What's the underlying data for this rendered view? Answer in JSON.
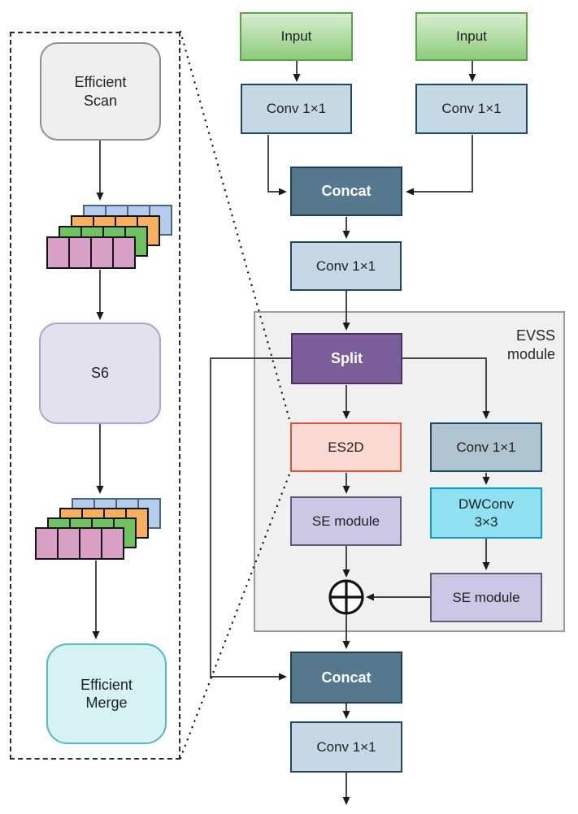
{
  "left_panel": {
    "efficient_scan": {
      "line1": "Efficient",
      "line2": "Scan"
    },
    "s6": {
      "label": "S6"
    },
    "efficient_merge": {
      "line1": "Efficient",
      "line2": "Merge"
    },
    "strip_colors": {
      "blue": "#b5cdec",
      "orange": "#f8b05f",
      "green": "#6fc260",
      "pink": "#d9a0c5"
    }
  },
  "main_flow": {
    "input_left": {
      "label": "Input"
    },
    "input_right": {
      "label": "Input"
    },
    "conv_top_left": {
      "label": "Conv 1×1"
    },
    "conv_top_right": {
      "label": "Conv 1×1"
    },
    "concat_top": {
      "label": "Concat"
    },
    "conv_mid": {
      "label": "Conv 1×1"
    },
    "concat_bottom": {
      "label": "Concat"
    },
    "conv_bottom": {
      "label": "Conv 1×1"
    }
  },
  "evss": {
    "label": "EVSS module",
    "split": {
      "label": "Split"
    },
    "es2d": {
      "label": "ES2D"
    },
    "conv_branch": {
      "label": "Conv 1×1"
    },
    "se_left": {
      "label": "SE module"
    },
    "dwconv": {
      "line1": "DWConv",
      "line2": "3×3"
    },
    "se_right": {
      "label": "SE module"
    },
    "add_icon": "⊕"
  },
  "colors": {
    "arrow": "#2a2a2a",
    "dotted_line": "#1a1a1a",
    "dashed_border": "#2b2b2b",
    "input_fill_top": "#d8eed0",
    "input_fill_bottom": "#8ecb7c",
    "input_border": "#5ca14e",
    "conv_fill": "#c5d8e4",
    "conv_border": "#1d4a63",
    "concat_fill": "#56788f",
    "concat_border": "#1f3d51",
    "panel_fill": "#f0f0f0",
    "panel_border": "#9c9c9c",
    "split_fill": "#7c5e9a",
    "split_border": "#483163",
    "es2d_fill": "#fcd9d2",
    "es2d_border": "#e25138",
    "conv_branch_fill": "#b0c3d1",
    "conv_branch_border": "#1a4964",
    "dwconv_fill": "#90e2f3",
    "dwconv_border": "#0c9bc8",
    "se_fill": "#ccc7e4",
    "se_border": "#615a7d",
    "scan_fill": "#efefef",
    "scan_border": "#8f8f8f",
    "s6_fill": "#e4e1ef",
    "s6_border": "#aba5c7",
    "merge_fill": "#d7f2f3",
    "merge_border": "#52bac0",
    "text_dark": "#1f1f1f",
    "text_light": "#ffffff"
  }
}
